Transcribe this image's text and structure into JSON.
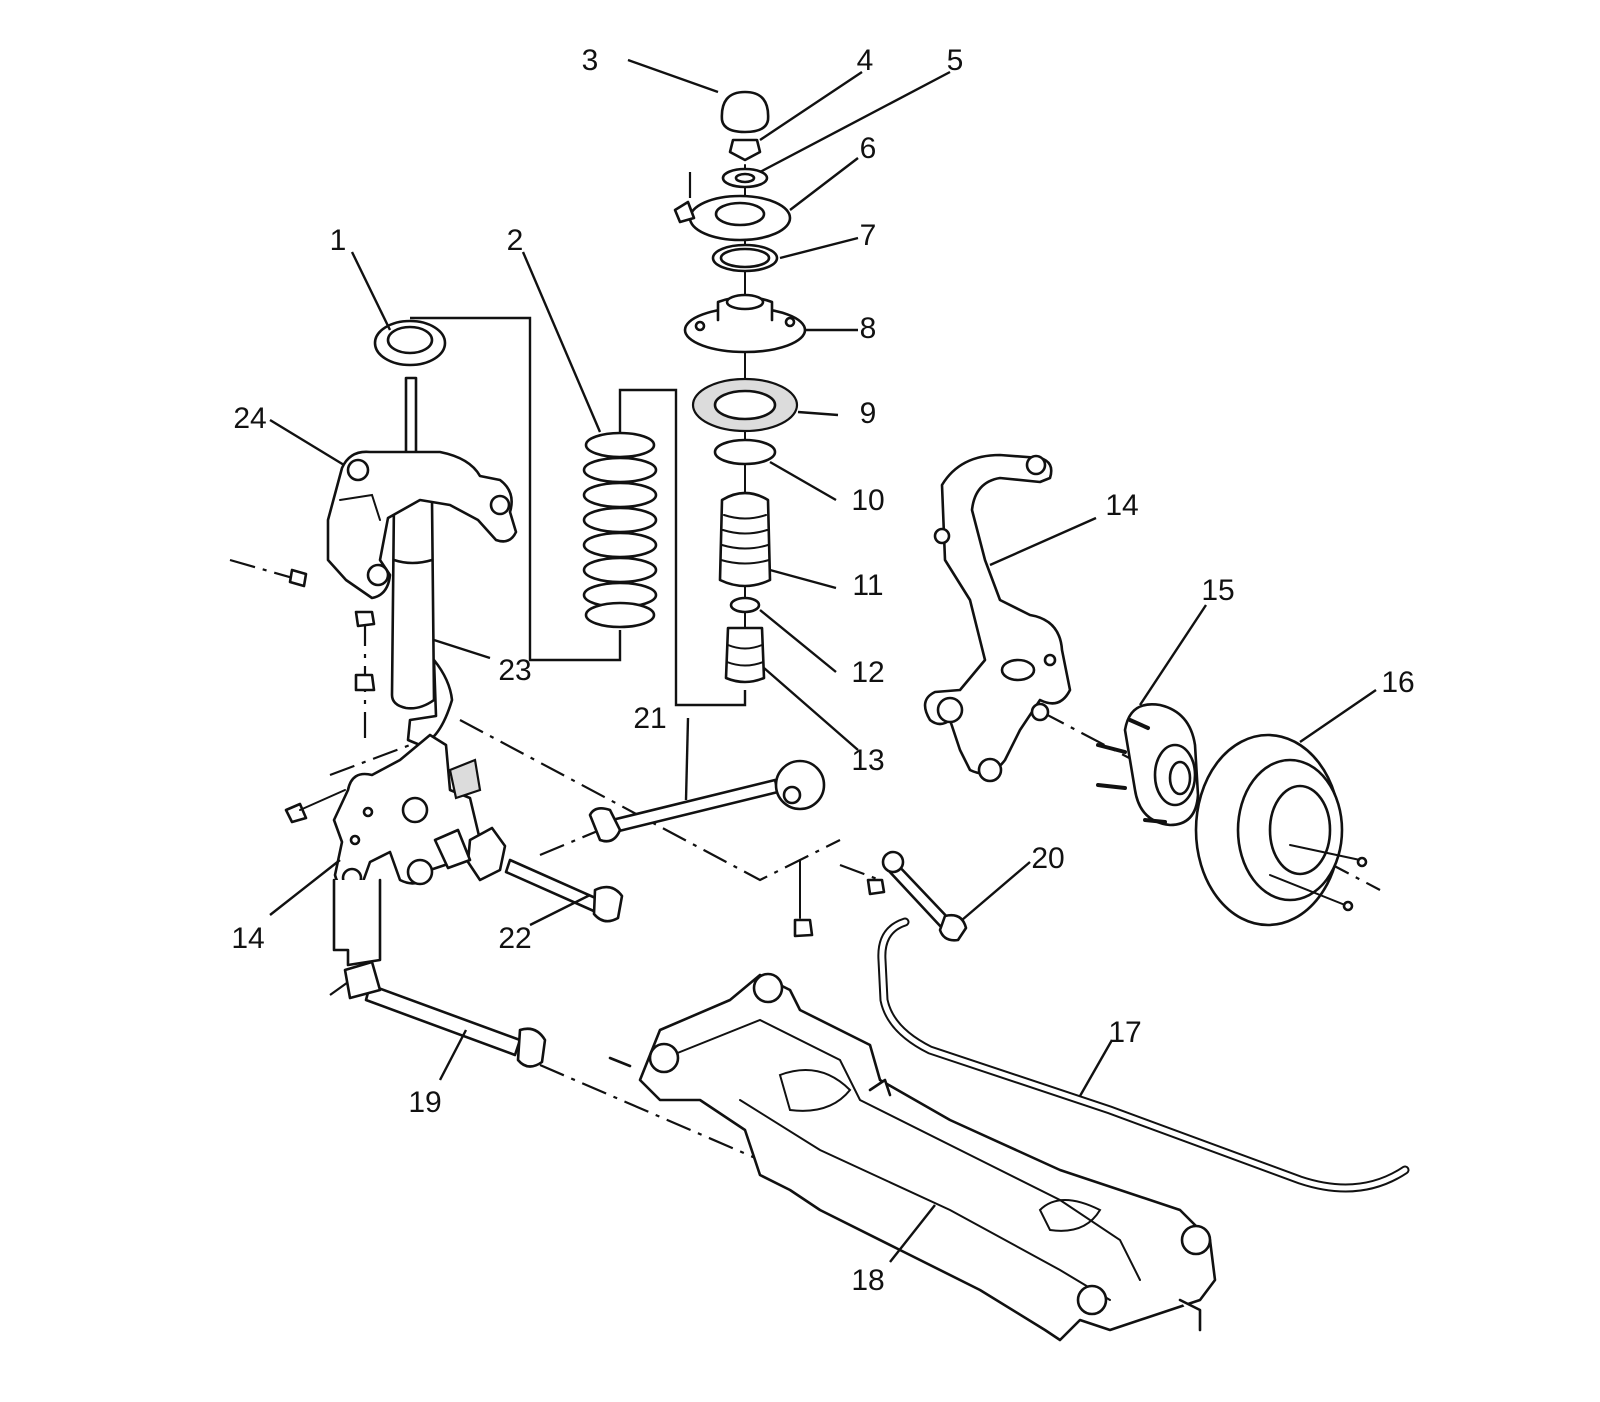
{
  "diagram": {
    "callouts": [
      {
        "id": "c1",
        "label": "1"
      },
      {
        "id": "c2",
        "label": "2"
      },
      {
        "id": "c3",
        "label": "3"
      },
      {
        "id": "c4",
        "label": "4"
      },
      {
        "id": "c5",
        "label": "5"
      },
      {
        "id": "c6",
        "label": "6"
      },
      {
        "id": "c7",
        "label": "7"
      },
      {
        "id": "c8",
        "label": "8"
      },
      {
        "id": "c9",
        "label": "9"
      },
      {
        "id": "c10",
        "label": "10"
      },
      {
        "id": "c11",
        "label": "11"
      },
      {
        "id": "c12",
        "label": "12"
      },
      {
        "id": "c13",
        "label": "13"
      },
      {
        "id": "c14a",
        "label": "14"
      },
      {
        "id": "c14b",
        "label": "14"
      },
      {
        "id": "c15",
        "label": "15"
      },
      {
        "id": "c16",
        "label": "16"
      },
      {
        "id": "c17",
        "label": "17"
      },
      {
        "id": "c18",
        "label": "18"
      },
      {
        "id": "c19",
        "label": "19"
      },
      {
        "id": "c20",
        "label": "20"
      },
      {
        "id": "c21",
        "label": "21"
      },
      {
        "id": "c22",
        "label": "22"
      },
      {
        "id": "c23",
        "label": "23"
      },
      {
        "id": "c24",
        "label": "24"
      }
    ]
  }
}
